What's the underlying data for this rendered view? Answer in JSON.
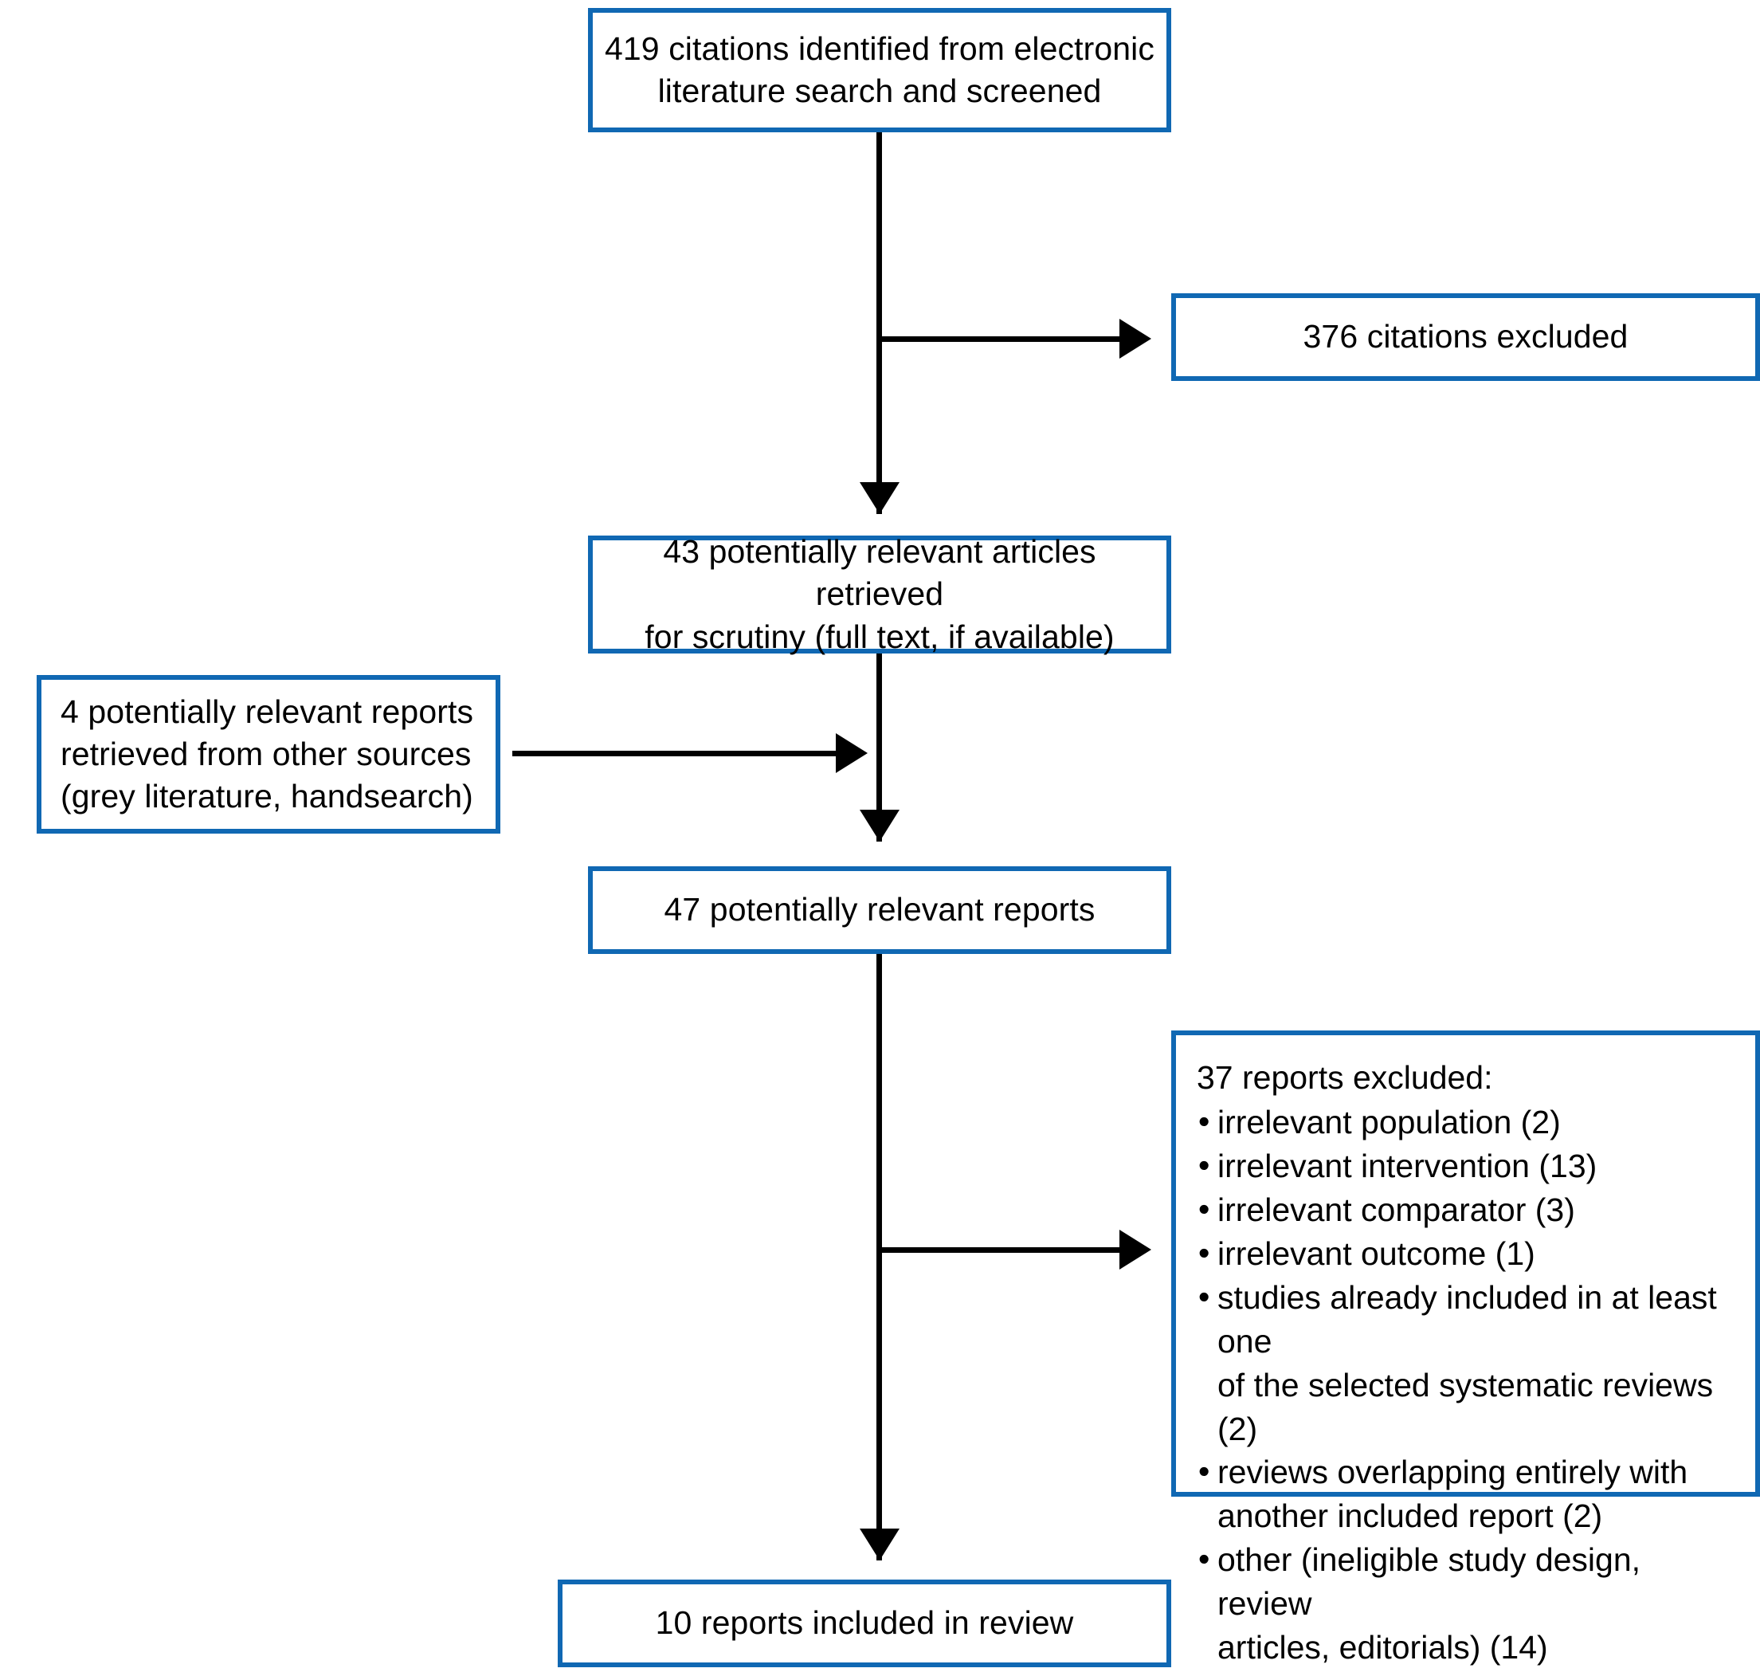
{
  "diagram": {
    "type": "prisma-flow-diagram",
    "accent_color": "#1068B3",
    "connector_color": "#000000",
    "background_color": "#FFFFFF",
    "boxes": {
      "identified": {
        "text": "419 citations identified from electronic\nliterature search and screened",
        "count": 419
      },
      "excluded_citations": {
        "text": "376 citations excluded",
        "count": 376
      },
      "retrieved": {
        "text": "43 potentially relevant articles retrieved\nfor scrutiny (full text, if available)",
        "count": 43
      },
      "other_sources": {
        "text": "4 potentially relevant reports\nretrieved from other sources\n(grey literature, handsearch)",
        "count": 4
      },
      "relevant_reports": {
        "text": "47 potentially relevant reports",
        "count": 47
      },
      "included": {
        "text": "10 reports included in review",
        "count": 10
      }
    },
    "exclusions": {
      "title": "37 reports excluded:",
      "total": 37,
      "bullet": "•",
      "items": [
        {
          "label": "irrelevant population (2)",
          "count": 2
        },
        {
          "label": "irrelevant intervention (13)",
          "count": 13
        },
        {
          "label": "irrelevant comparator (3)",
          "count": 3
        },
        {
          "label": "irrelevant outcome (1)",
          "count": 1
        },
        {
          "label": "studies already included in at least one\nof the selected systematic reviews (2)",
          "count": 2
        },
        {
          "label": "reviews overlapping entirely with\nanother included report (2)",
          "count": 2
        },
        {
          "label": "other (ineligible study design, review\narticles, editorials) (14)",
          "count": 14
        }
      ]
    }
  }
}
